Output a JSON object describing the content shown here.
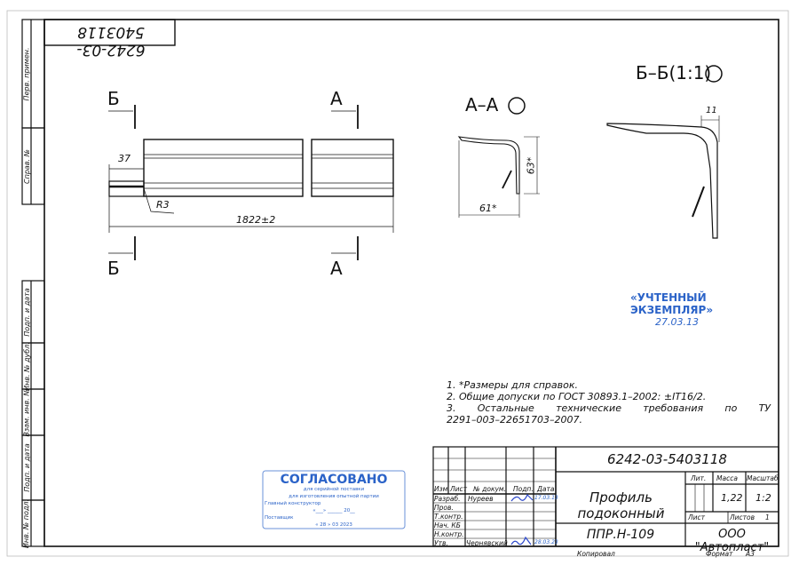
{
  "document": {
    "type": "engineering drawing",
    "designation": "6242-03-5403118",
    "designation_mirrored": "6242-03-5403118"
  },
  "side_strip": {
    "cells": [
      {
        "label": "Перв. примен."
      },
      {
        "label": "Справ. №"
      },
      {
        "label": "Подп. и дата"
      },
      {
        "label": "Инв. № дубл."
      },
      {
        "label": "Взам. инв. №"
      },
      {
        "label": "Подп. и дата"
      },
      {
        "label": "Инв. № подл."
      }
    ]
  },
  "main_view": {
    "section_b_top": "Б",
    "section_a_top": "А",
    "section_b_bottom": "Б",
    "section_a_bottom": "А",
    "dim_length": "1822±2",
    "dim_offset": "37",
    "radius": "R3"
  },
  "section_aa": {
    "title": "А–А",
    "dim_width": "61*",
    "dim_height": "63*"
  },
  "section_bb": {
    "title": "Б–Б(1:1)",
    "dim_thickness": "11"
  },
  "stamp_registered": {
    "line1": "«УЧТЕННЫЙ",
    "line2": "ЭКЗЕМПЛЯР»",
    "date": "27.03.13"
  },
  "notes": [
    "1. *Размеры для справок.",
    "2. Общие допуски по ГОСТ 30893.1–2002: ±IT16/2.",
    "3. Остальные технические требования по ТУ",
    "2291–003–22651703–2007."
  ],
  "stamp_approved": {
    "title": "СОГЛАСОВАНО",
    "line1": "для серийной поставки",
    "line2": "для изготовления опытной партии",
    "line3": "Главный конструктор",
    "line4": "«___» ______ 20__",
    "line5": "Поставщик",
    "line6": "« 28 » 03 2023"
  },
  "title_block": {
    "designation": "6242-03-5403118",
    "name": "Профиль подоконный",
    "material": "ППР.Н-109",
    "company": "ООО \"Автопласт\"",
    "headers": {
      "izm": "Изм.",
      "list": "Лист",
      "doc_no": "№ докум.",
      "sign": "Подп.",
      "date": "Дата",
      "lit": "Лит.",
      "mass": "Масса",
      "scale": "Масштаб"
    },
    "mass_value": "1,22",
    "scale_value": "1:2",
    "sheet_label": "Лист",
    "sheets_label": "Листов",
    "sheets_value": "1",
    "roles": [
      {
        "role": "Разраб.",
        "name": "Нуреев",
        "date": "17.03.13"
      },
      {
        "role": "Пров.",
        "name": "",
        "date": ""
      },
      {
        "role": "Т.контр.",
        "name": "",
        "date": ""
      },
      {
        "role": "Нач. КБ",
        "name": "",
        "date": ""
      },
      {
        "role": "Н.контр.",
        "name": "",
        "date": ""
      },
      {
        "role": "Утв.",
        "name": "Чернявский",
        "date": "28.03.23"
      }
    ],
    "copied_label": "Копировал",
    "format_label": "Формат",
    "format_value": "А3"
  },
  "colors": {
    "line": "#111111",
    "stamp_blue": "#2b63c8",
    "signature_blue": "#2a46c9"
  }
}
